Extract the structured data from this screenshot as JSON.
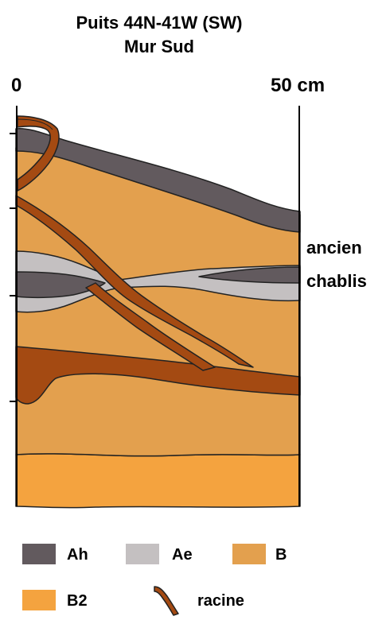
{
  "header": {
    "title_line1": "Puits 44N-41W (SW)",
    "title_line2": "Mur Sud"
  },
  "scale": {
    "left_label": "0",
    "right_label": "50 cm"
  },
  "annotation": {
    "line1": "ancien",
    "line2": "chablis"
  },
  "colors": {
    "Ah": "#625a5e",
    "Ae": "#c4c0c1",
    "B": "#e3a04e",
    "B2": "#f4a33f",
    "racine": "#a44a12",
    "outline": "#222222"
  },
  "legend": [
    {
      "key": "Ah",
      "label": "Ah",
      "icon": "swatch-icon"
    },
    {
      "key": "Ae",
      "label": "Ae",
      "icon": "swatch-icon"
    },
    {
      "key": "B",
      "label": "B",
      "icon": "swatch-icon"
    },
    {
      "key": "B2",
      "label": "B2",
      "icon": "swatch-icon"
    },
    {
      "key": "racine",
      "label": "racine",
      "icon": "root-icon"
    }
  ]
}
